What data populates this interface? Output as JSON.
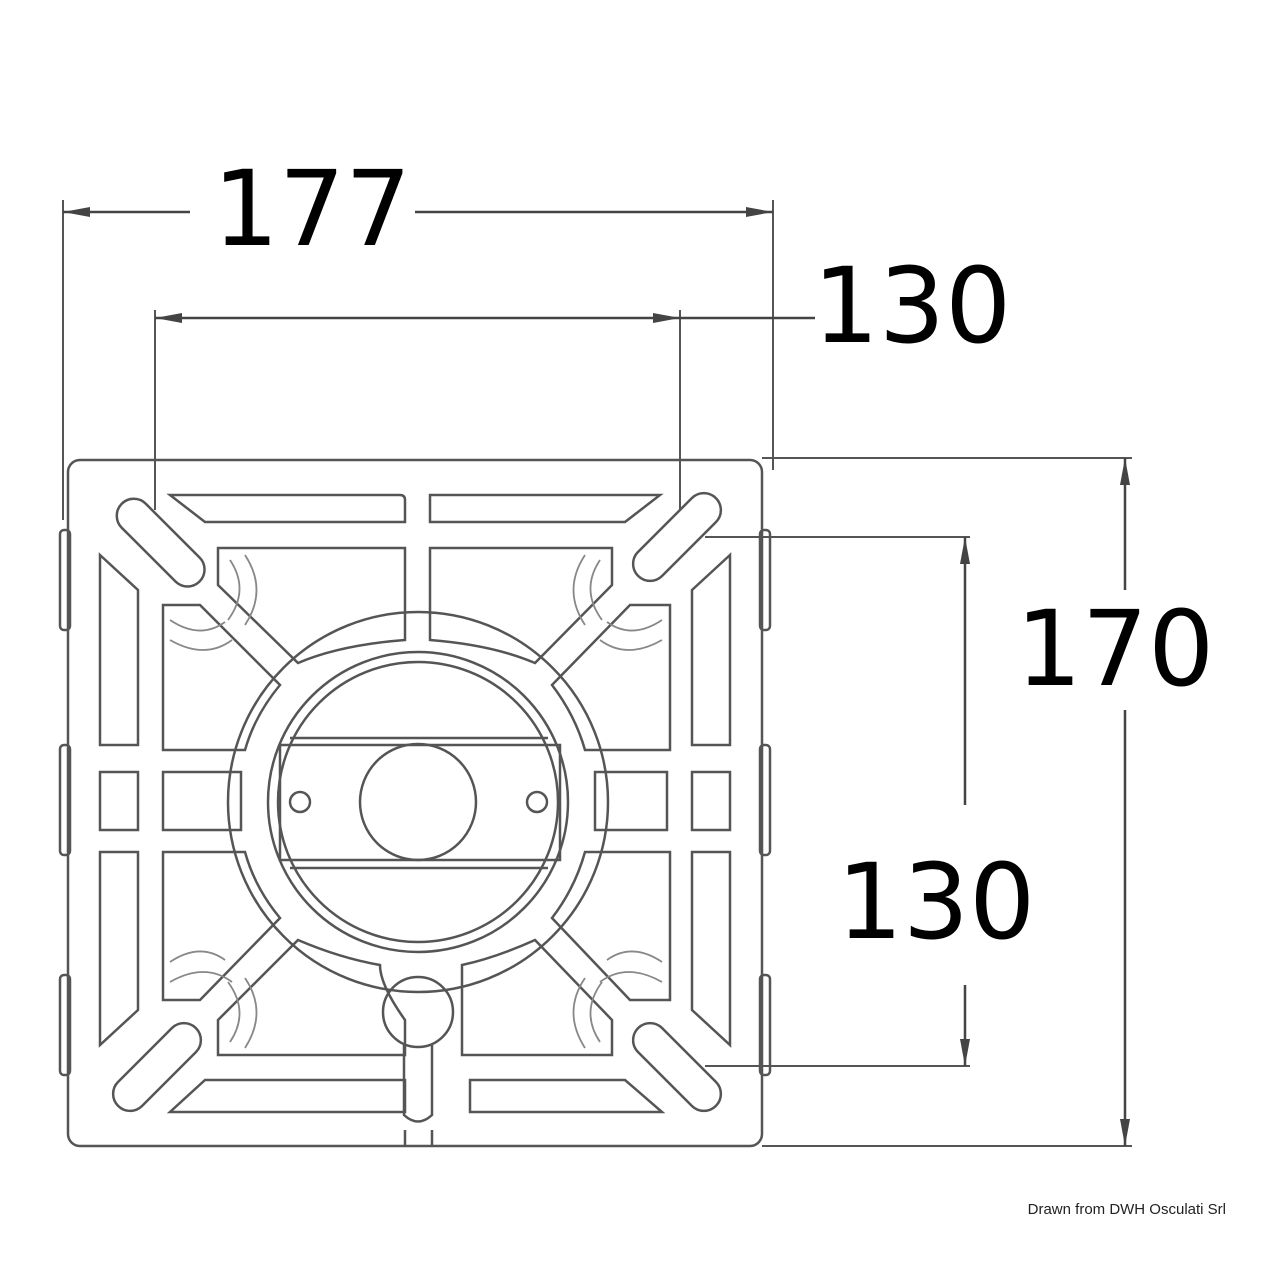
{
  "dimensions": {
    "overall_width": "177",
    "hole_spacing_horizontal": "130",
    "overall_height": "170",
    "hole_spacing_vertical": "130"
  },
  "credit": "Drawn from DWH Osculati Srl",
  "colors": {
    "lines": "#555555",
    "text": "#000000",
    "background": "#ffffff"
  }
}
